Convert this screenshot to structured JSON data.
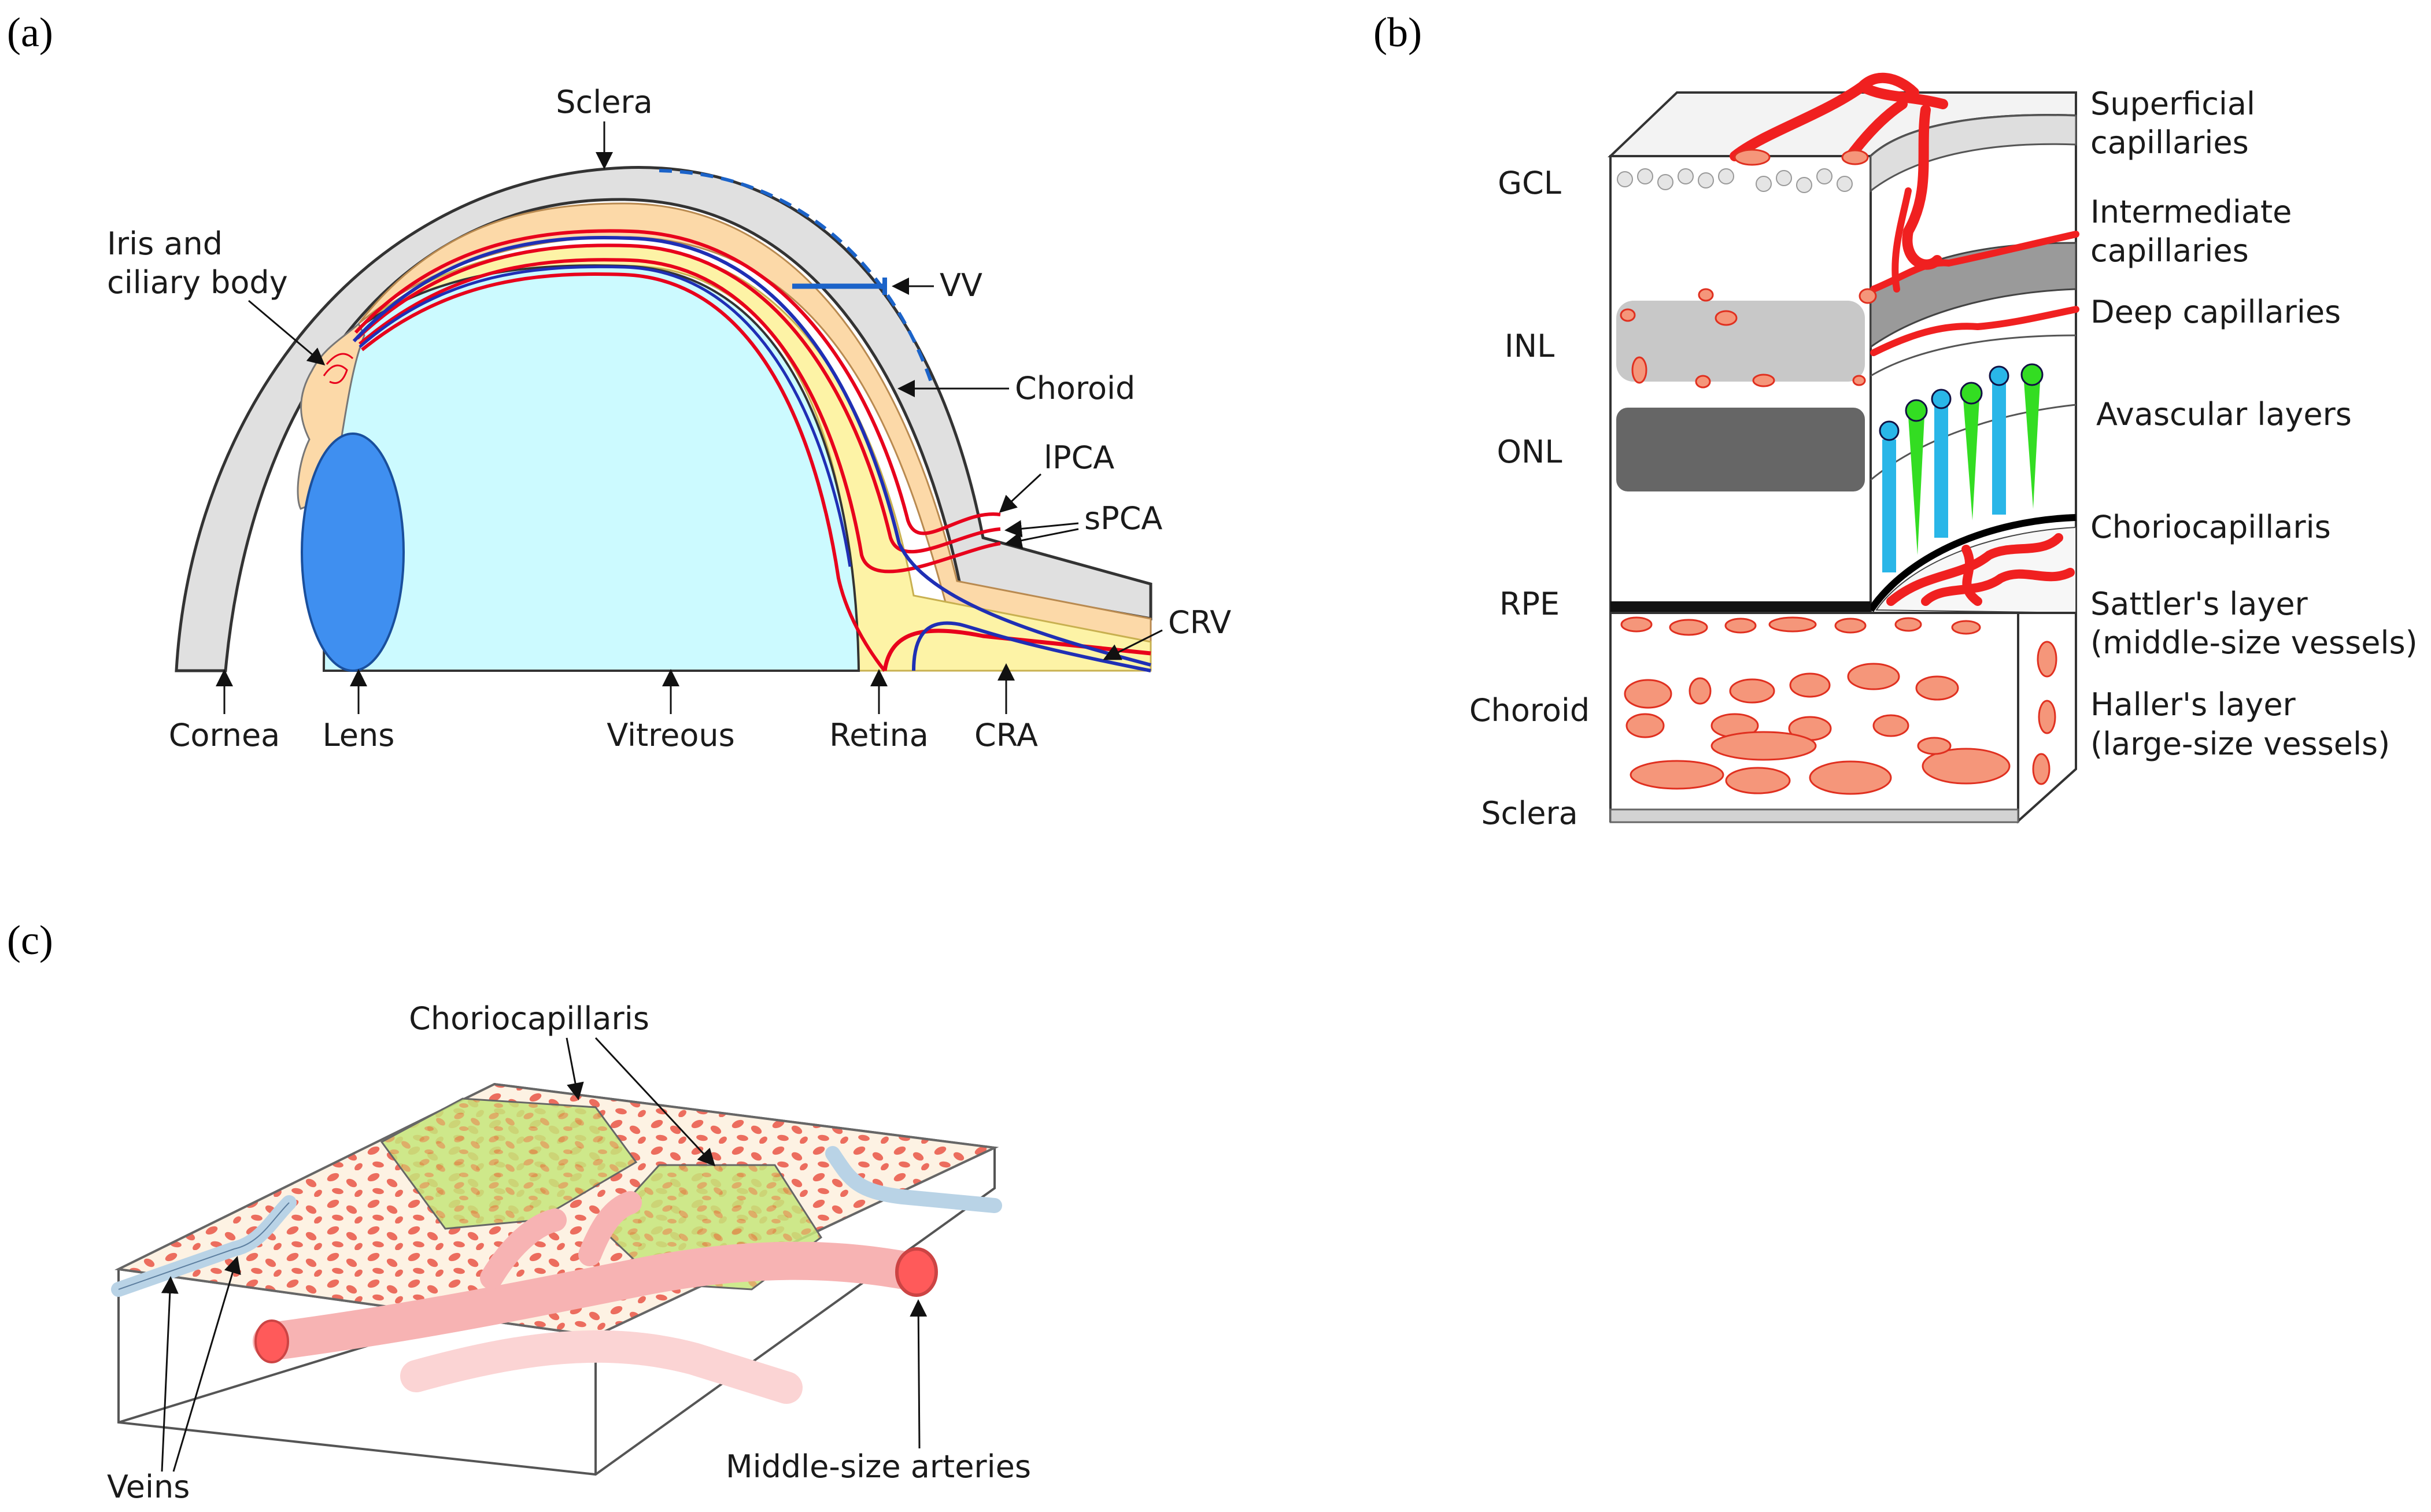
{
  "panels": {
    "a": {
      "tag": "(a)",
      "labels": {
        "sclera": "Sclera",
        "iris_line1": "Iris and",
        "iris_line2": "ciliary body",
        "vv": "VV",
        "choroid": "Choroid",
        "lpca": "lPCA",
        "spca": "sPCA",
        "crv": "CRV",
        "cornea": "Cornea",
        "lens": "Lens",
        "vitreous": "Vitreous",
        "retina": "Retina",
        "cra": "CRA"
      }
    },
    "b": {
      "tag": "(b)",
      "left_labels": {
        "gcl": "GCL",
        "inl": "INL",
        "onl": "ONL",
        "rpe": "RPE",
        "choroid": "Choroid",
        "sclera": "Sclera"
      },
      "right_labels": {
        "superficial_1": "Superficial",
        "superficial_2": "capillaries",
        "intermediate_1": "Intermediate",
        "intermediate_2": "capillaries",
        "deep": "Deep capillaries",
        "avascular": "Avascular layers",
        "choriocapillaris": "Choriocapillaris",
        "sattler_1": "Sattler's layer",
        "sattler_2": "(middle-size vessels)",
        "haller_1": "Haller's layer",
        "haller_2": "(large-size vessels)"
      }
    },
    "c": {
      "tag": "(c)",
      "labels": {
        "choriocapillaris": "Choriocapillaris",
        "veins": "Veins",
        "arteries": "Middle-size arteries"
      }
    }
  },
  "colors": {
    "sclera_gray": "#e0e0e0",
    "vitreous": "#ccfaff",
    "lens": "#3f8ff0",
    "choroid_orange": "#fcd9a8",
    "retina_yellow": "#fdf3a6",
    "artery_red": "#e8001c",
    "vein_blue": "#1f2fb5",
    "vv_blue": "#1b63c9",
    "cap_red": "#f02020",
    "rbc_salmon": "#f5967a",
    "green_cell": "#33dd22",
    "cyan_cell": "#29b6e8",
    "vein_light_blue": "#b9d3e6",
    "artery_pink": "#f7b3b3",
    "cc_green": "#b9e26d"
  }
}
